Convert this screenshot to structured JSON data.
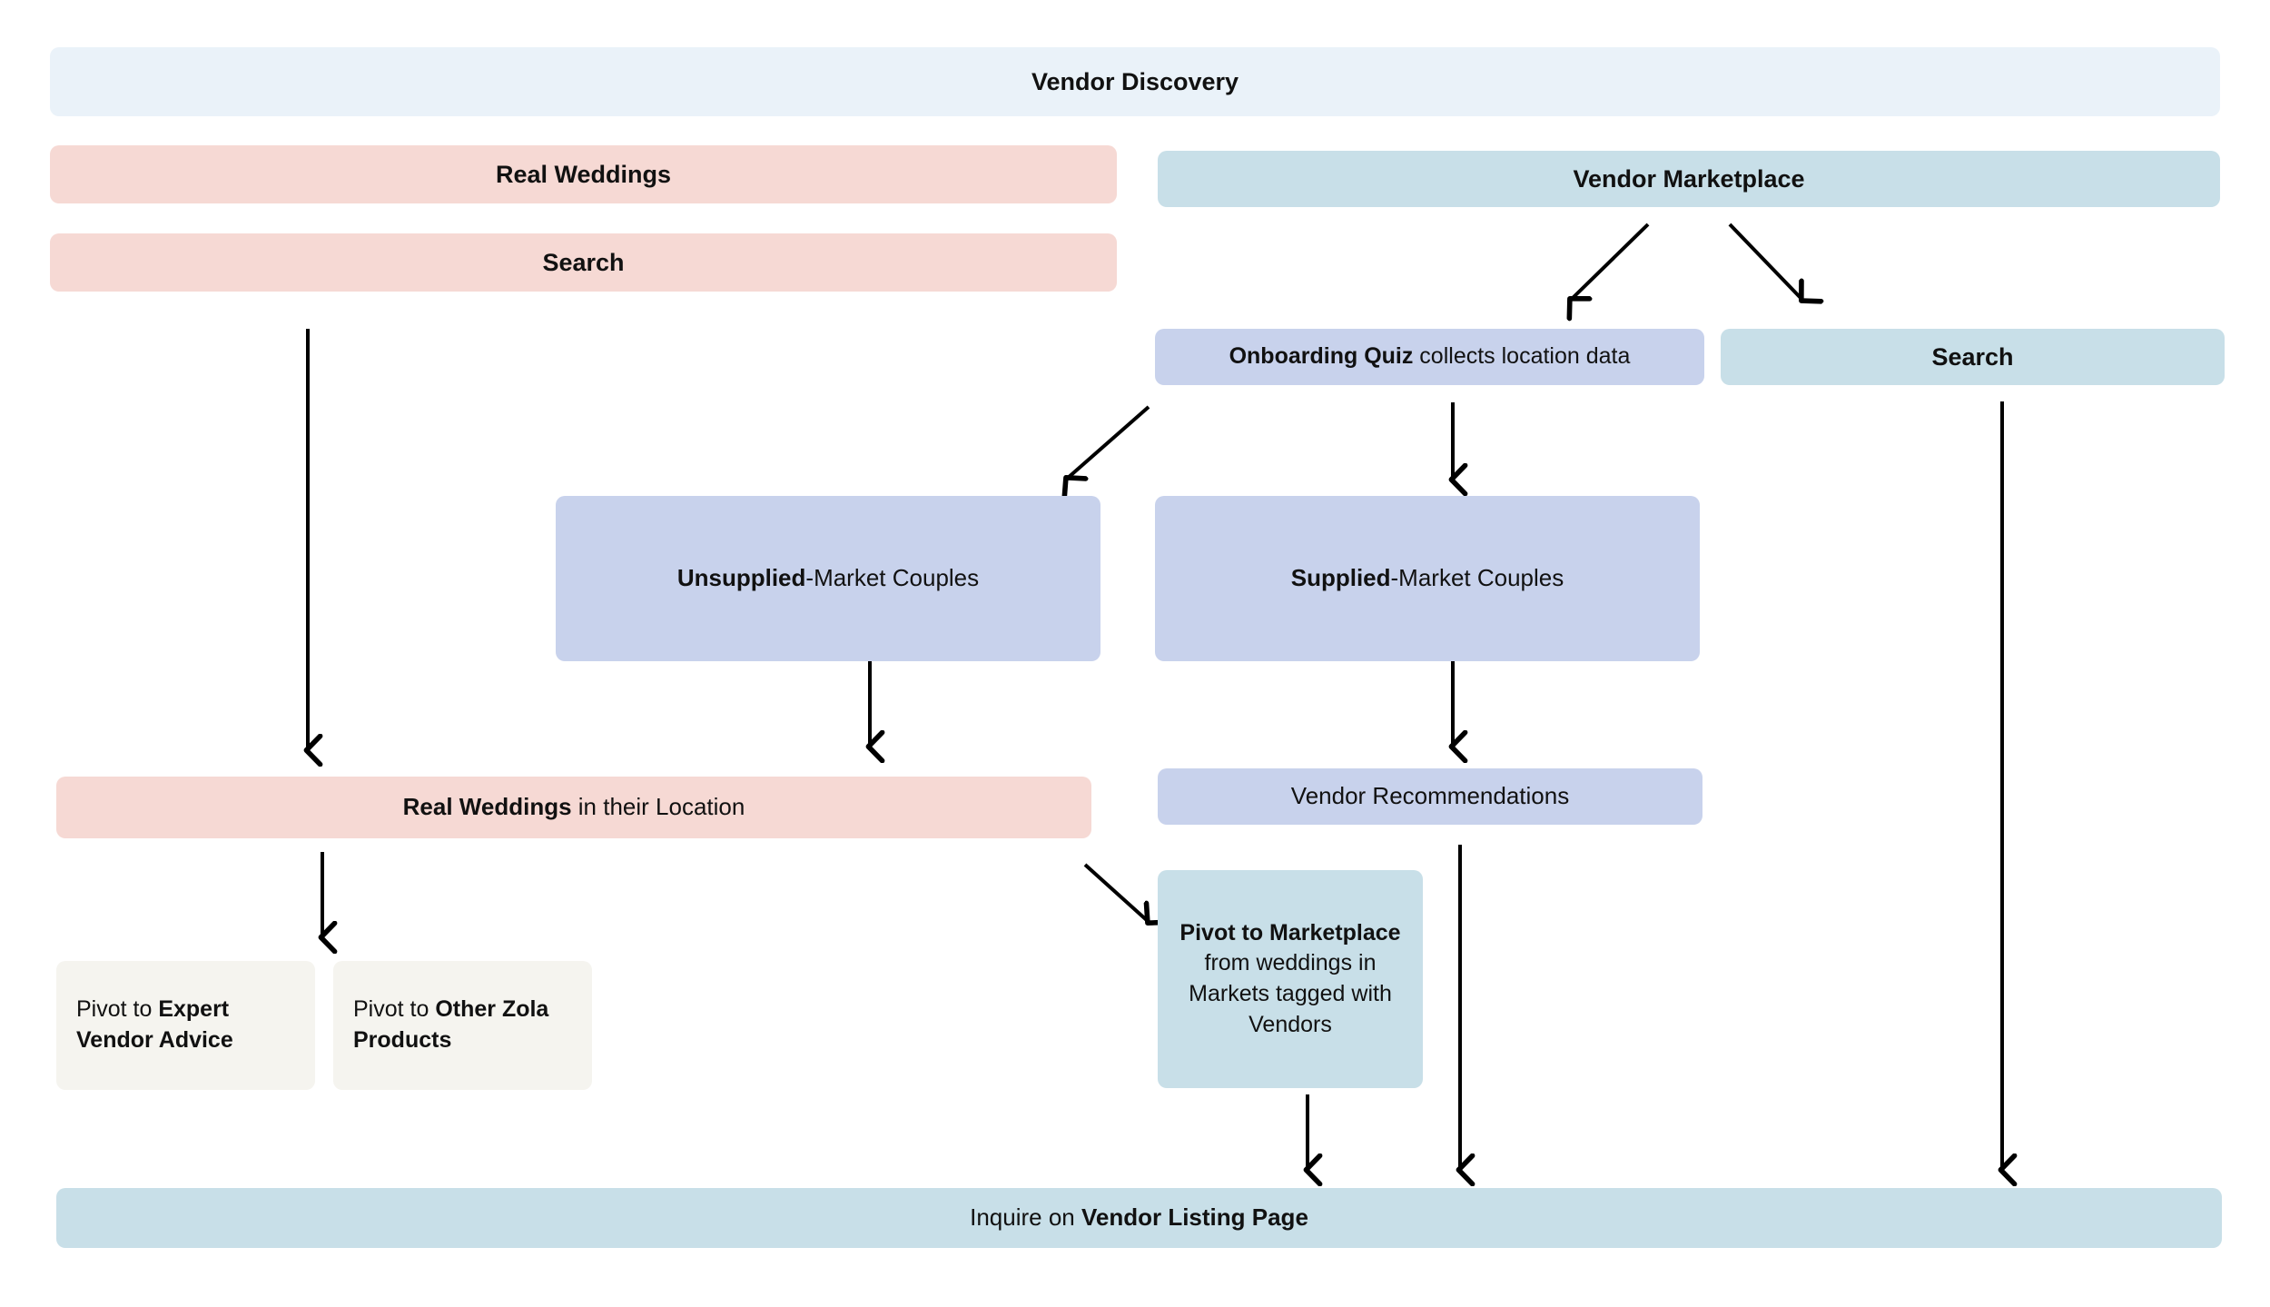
{
  "diagram": {
    "title": "Vendor Discovery",
    "background": "#ffffff",
    "colors": {
      "header": "#eaf2f9",
      "pink": "#f6d9d4",
      "blue": "#c8dfe8",
      "lavender": "#c8d2ec",
      "cream": "#f5f4ef",
      "arrow": "#000000"
    },
    "nodes": {
      "header": {
        "label": "Vendor Discovery"
      },
      "real_weddings": {
        "label": "Real Weddings"
      },
      "search_left": {
        "label": "Search"
      },
      "vendor_marketplace": {
        "label": "Vendor Marketplace"
      },
      "onboarding_quiz": {
        "bold": "Onboarding Quiz",
        "rest": " collects location data"
      },
      "search_right": {
        "label": "Search"
      },
      "unsupplied": {
        "bold": "Unsupplied",
        "rest": "-Market Couples"
      },
      "supplied": {
        "bold": "Supplied",
        "rest": "-Market Couples"
      },
      "real_weddings_location": {
        "bold": "Real Weddings",
        "rest": " in their Location"
      },
      "vendor_recommendations": {
        "label": "Vendor Recommendations"
      },
      "pivot_expert": {
        "pre": "Pivot to ",
        "bold": "Expert Vendor Advice"
      },
      "pivot_zola": {
        "pre": "Pivot to ",
        "bold": "Other Zola Products"
      },
      "pivot_marketplace": {
        "bold": "Pivot to Marketplace",
        "rest": " from weddings in Markets tagged with Vendors"
      },
      "inquire": {
        "pre": "Inquire on ",
        "bold": "Vendor Listing Page"
      }
    },
    "edges": [
      {
        "from": "search_left",
        "to": "real_weddings_location",
        "type": "vertical"
      },
      {
        "from": "vendor_marketplace",
        "to": "onboarding_quiz",
        "type": "diagonal-left"
      },
      {
        "from": "vendor_marketplace",
        "to": "search_right",
        "type": "diagonal-right"
      },
      {
        "from": "onboarding_quiz",
        "to": "unsupplied",
        "type": "diagonal-left"
      },
      {
        "from": "onboarding_quiz",
        "to": "supplied",
        "type": "vertical"
      },
      {
        "from": "unsupplied",
        "to": "real_weddings_location",
        "type": "vertical"
      },
      {
        "from": "supplied",
        "to": "vendor_recommendations",
        "type": "vertical"
      },
      {
        "from": "real_weddings_location",
        "to": "pivot_expert",
        "type": "vertical"
      },
      {
        "from": "real_weddings_location",
        "to": "pivot_marketplace",
        "type": "diagonal-right"
      },
      {
        "from": "vendor_recommendations",
        "to": "inquire",
        "type": "vertical"
      },
      {
        "from": "pivot_marketplace",
        "to": "inquire",
        "type": "vertical"
      },
      {
        "from": "search_right",
        "to": "inquire",
        "type": "vertical"
      }
    ]
  }
}
